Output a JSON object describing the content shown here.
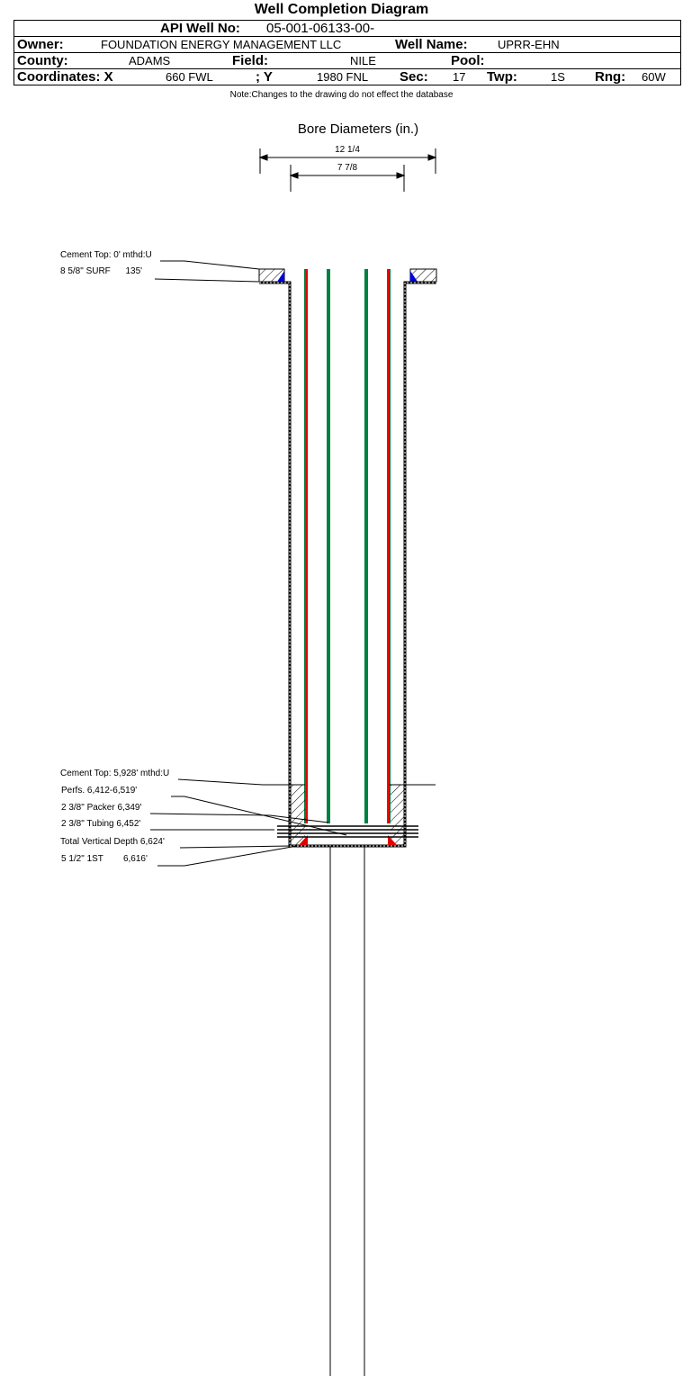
{
  "title": "Well Completion Diagram",
  "header": {
    "api_label": "API Well No:",
    "api_value": "05-001-06133-00-",
    "owner_label": "Owner:",
    "owner_value": "FOUNDATION ENERGY MANAGEMENT LLC",
    "well_name_label": "Well Name:",
    "well_name_value": "UPRR-EHN",
    "county_label": "County:",
    "county_value": "ADAMS",
    "field_label": "Field:",
    "field_value": "NILE",
    "pool_label": "Pool:",
    "coord_x_label": "Coordinates: X",
    "coord_x_value": "660 FWL",
    "coord_y_label": "; Y",
    "coord_y_value": "1980 FNL",
    "sec_label": "Sec:",
    "sec_value": "17",
    "twp_label": "Twp:",
    "twp_value": "1S",
    "rng_label": "Rng:",
    "rng_value": "60W"
  },
  "note": "Note:Changes to the drawing do not effect the database",
  "diagram": {
    "bore_title": "Bore Diameters (in.)",
    "bore_outer": "12 1/4",
    "bore_inner": "7 7/8",
    "labels": {
      "cement_top_surface": "Cement Top: 0' mthd:U",
      "surface_casing": "8 5/8\" SURF      135'",
      "cement_top_prod": "Cement Top: 5,928' mthd:U",
      "perfs": "Perfs. 6,412-6,519'",
      "packer": "2 3/8\" Packer 6,349'",
      "tubing": "2 3/8\" Tubing 6,452'",
      "tvd": "Total Vertical Depth 6,624'",
      "prod_casing": "5 1/2\" 1ST        6,616'"
    },
    "colors": {
      "casing_red": "#e00000",
      "tubing_green": "#008040",
      "shoe_blue": "#0000e0"
    }
  }
}
